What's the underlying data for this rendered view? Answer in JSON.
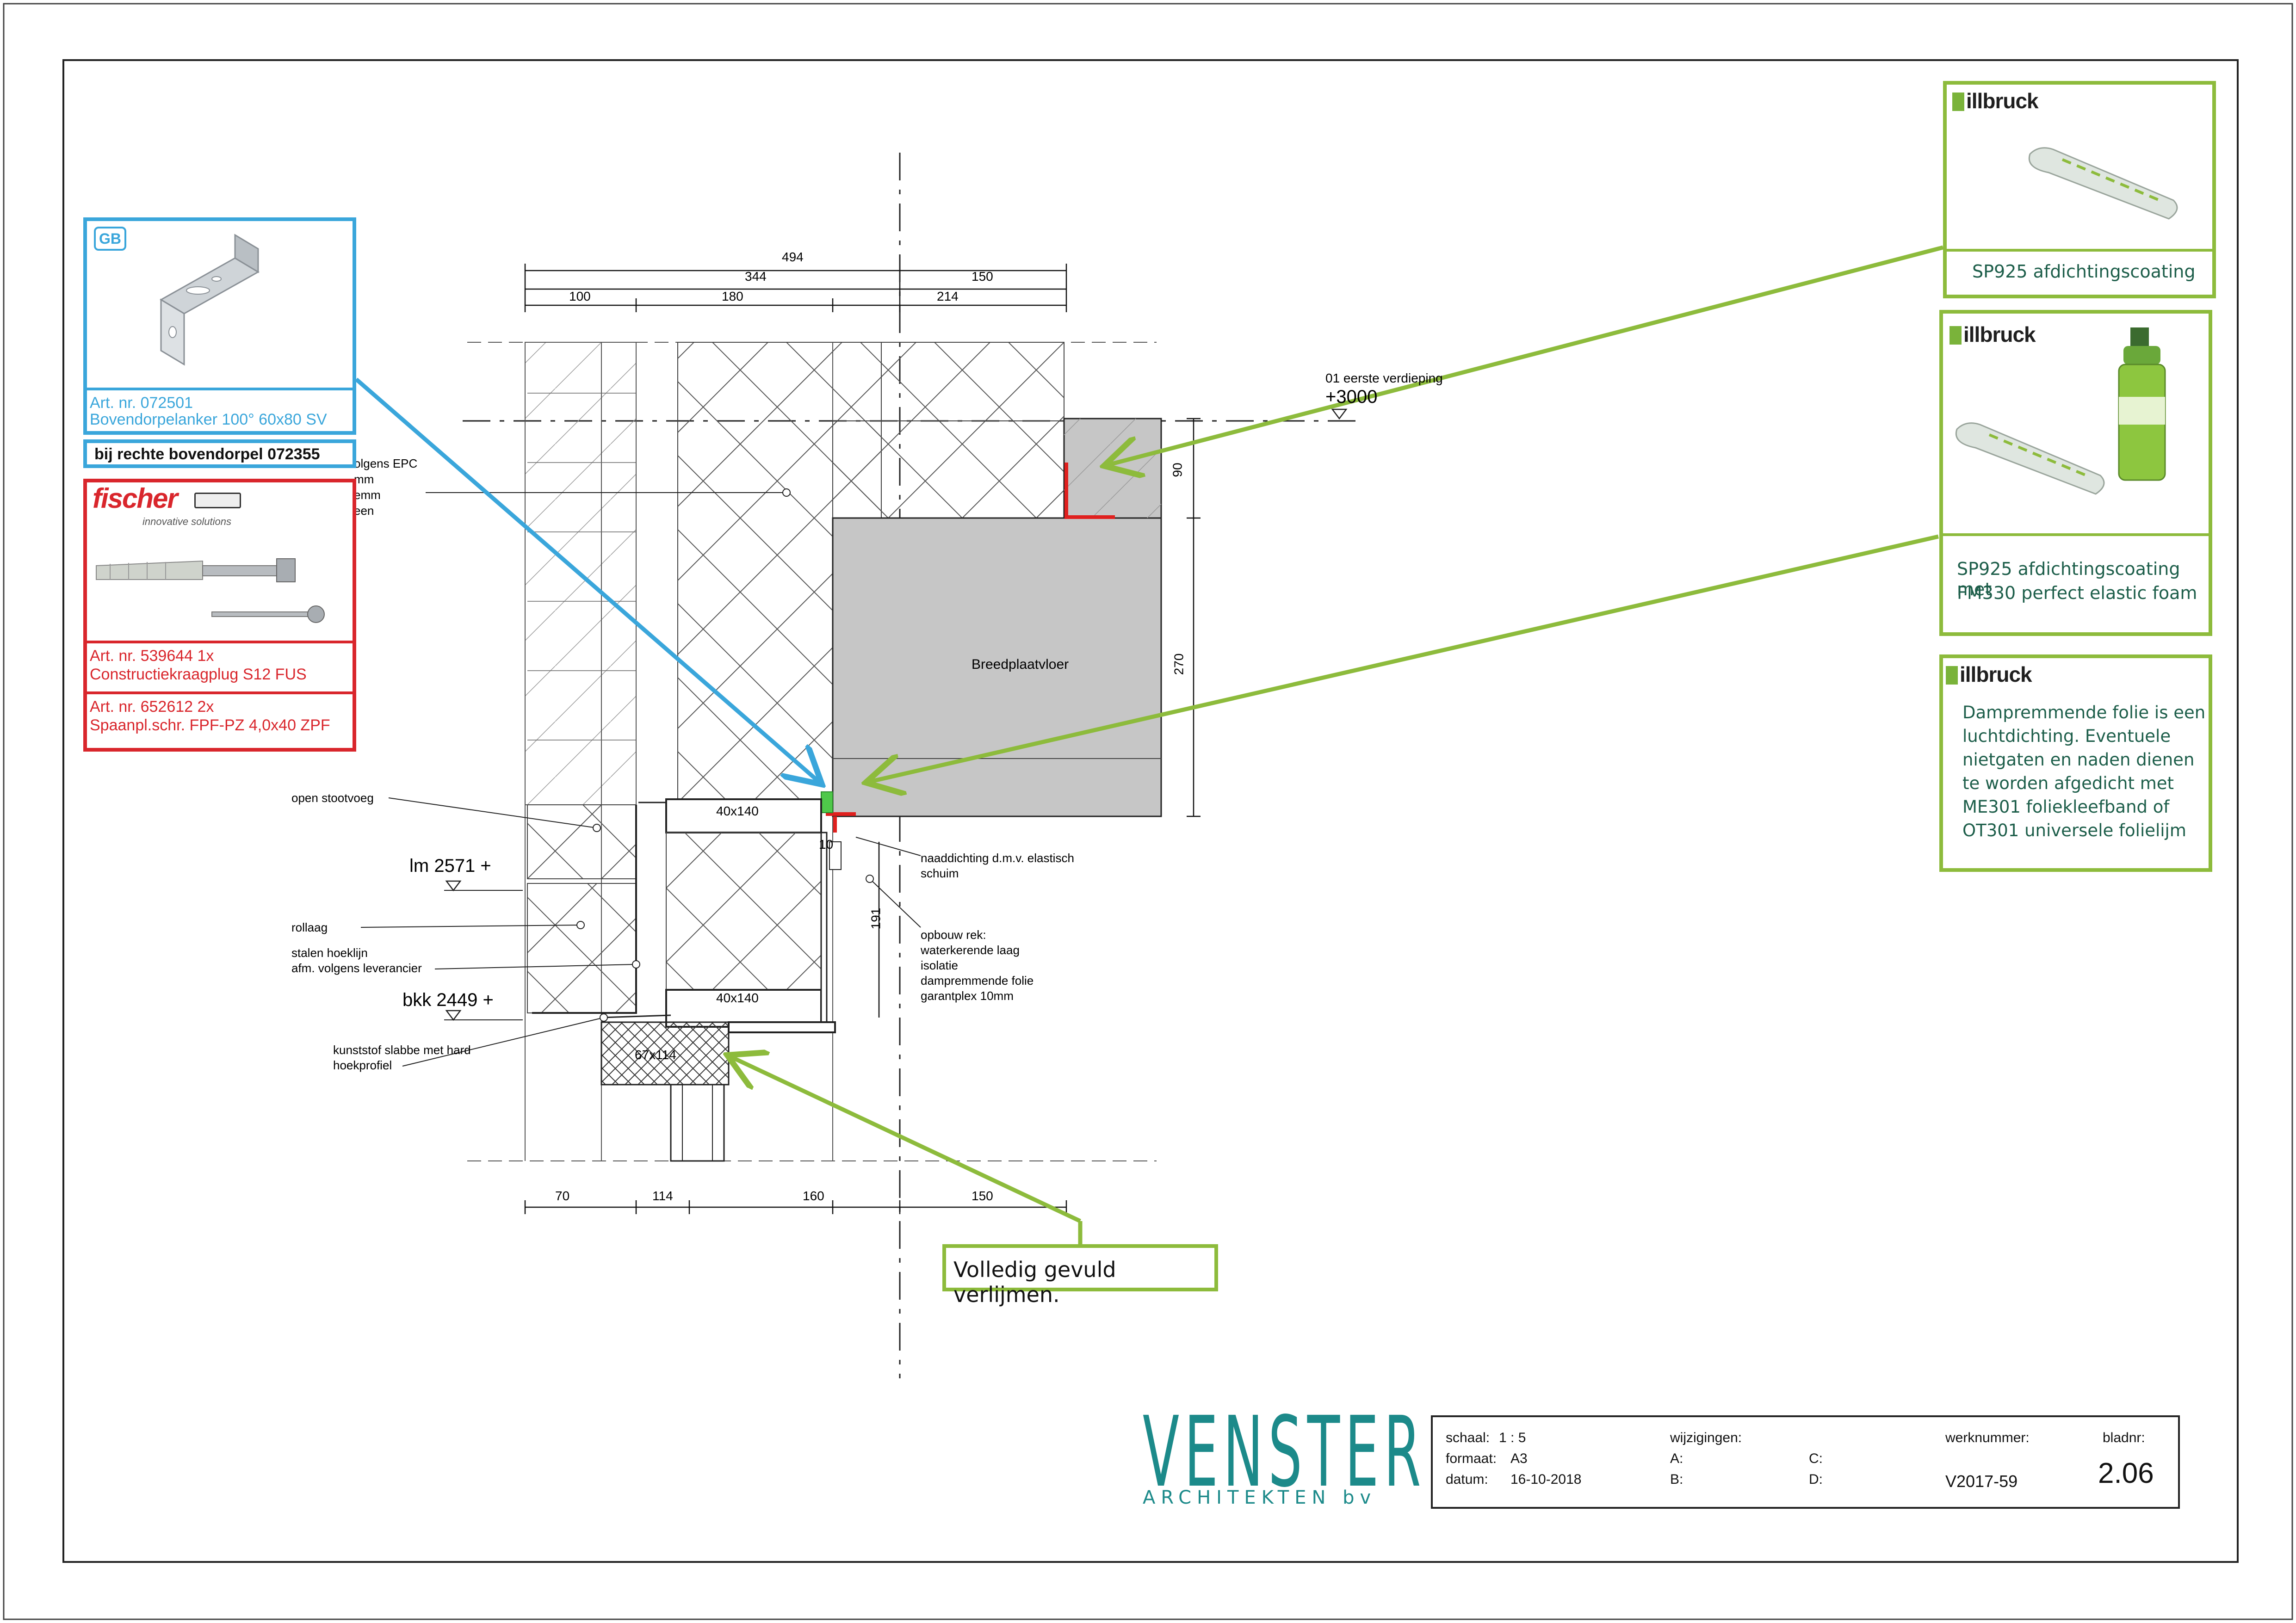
{
  "drawing": {
    "dims_top": [
      "494",
      "344",
      "150",
      "100",
      "180",
      "214"
    ],
    "dims_bottom": [
      "70",
      "114",
      "160",
      "150"
    ],
    "dims_right": [
      "90",
      "270"
    ],
    "dim_10": "10",
    "dim_191": "191",
    "level_label": "01 eerste verdieping",
    "level_value": "+3000",
    "label_breedplaatvloer": "Breedplaatvloer",
    "label_40x140_top": "40x140",
    "label_40x140_bottom": "40x140",
    "label_67x114": "67x114",
    "label_open_stootvoeg": "open stootvoeg",
    "label_lm": "lm 2571 +",
    "label_rollaag": "rollaag",
    "label_stalen_1": "stalen hoeklijn",
    "label_stalen_2": "afm. volgens leverancier",
    "label_bkk": "bkk 2449 +",
    "label_kunststof_1": "kunststof slabbe met hard",
    "label_kunststof_2": "hoekprofiel",
    "label_naad_1": "naaddichting d.m.v. elastisch",
    "label_naad_2": "schuim",
    "label_opbouw_1": "opbouw rek:",
    "label_opbouw_2": "waterkerende laag",
    "label_opbouw_3": "isolatie",
    "label_opbouw_4": "dampremmende folie",
    "label_opbouw_5": "garantplex 10mm",
    "label_epc_1": "olgens EPC",
    "label_epc_2": "mm",
    "label_epc_3": "emm",
    "label_epc_4": "een"
  },
  "callouts": {
    "gb_logo": "GB",
    "gb_art_1": "Art. nr. 072501",
    "gb_art_2": "Bovendorpelanker 100° 60x80 SV",
    "gb_extra": "bij rechte bovendorpel 072355",
    "fischer_logo": "fischer",
    "fischer_tagline": "innovative solutions",
    "fischer_art1_1": "Art. nr. 539644   1x",
    "fischer_art1_2": "Constructiekraagplug S12 FUS",
    "fischer_art2_1": "Art. nr. 652612   2x",
    "fischer_art2_2": "Spaanpl.schr. FPF-PZ 4,0x40 ZPF",
    "illbruck_logo": "illbruck",
    "box1_text": "SP925 afdichtingscoating",
    "box2_text_1": "SP925 afdichtingscoating met",
    "box2_text_2": "FM330 perfect elastic foam",
    "box3_lines": [
      "Dampremmende folie is een",
      "luchtdichting. Eventuele",
      "nietgaten en naden dienen",
      "te worden afgedicht met",
      "ME301 foliekleefband of",
      "OT301 universele folielijm"
    ],
    "volledig": "Volledig gevuld verlijmen."
  },
  "titleblock": {
    "logo_main": "VENSTER",
    "logo_sub": "ARCHITEKTEN bv",
    "schaal_label": "schaal:",
    "schaal_value": "1 : 5",
    "formaat_label": "formaat:",
    "formaat_value": "A3",
    "datum_label": "datum:",
    "datum_value": "16-10-2018",
    "wijzigingen_label": "wijzigingen:",
    "a_label": "A:",
    "b_label": "B:",
    "c_label": "C:",
    "d_label": "D:",
    "werknummer_label": "werknummer:",
    "werknummer_value": "V2017-59",
    "bladnr_label": "bladnr:",
    "bladnr_value": "2.06"
  },
  "colors": {
    "green": "#8dbb3c",
    "blue": "#3aa6db",
    "red": "#d9262c",
    "teal": "#1c8a8a",
    "concrete": "#c8c8c8"
  }
}
